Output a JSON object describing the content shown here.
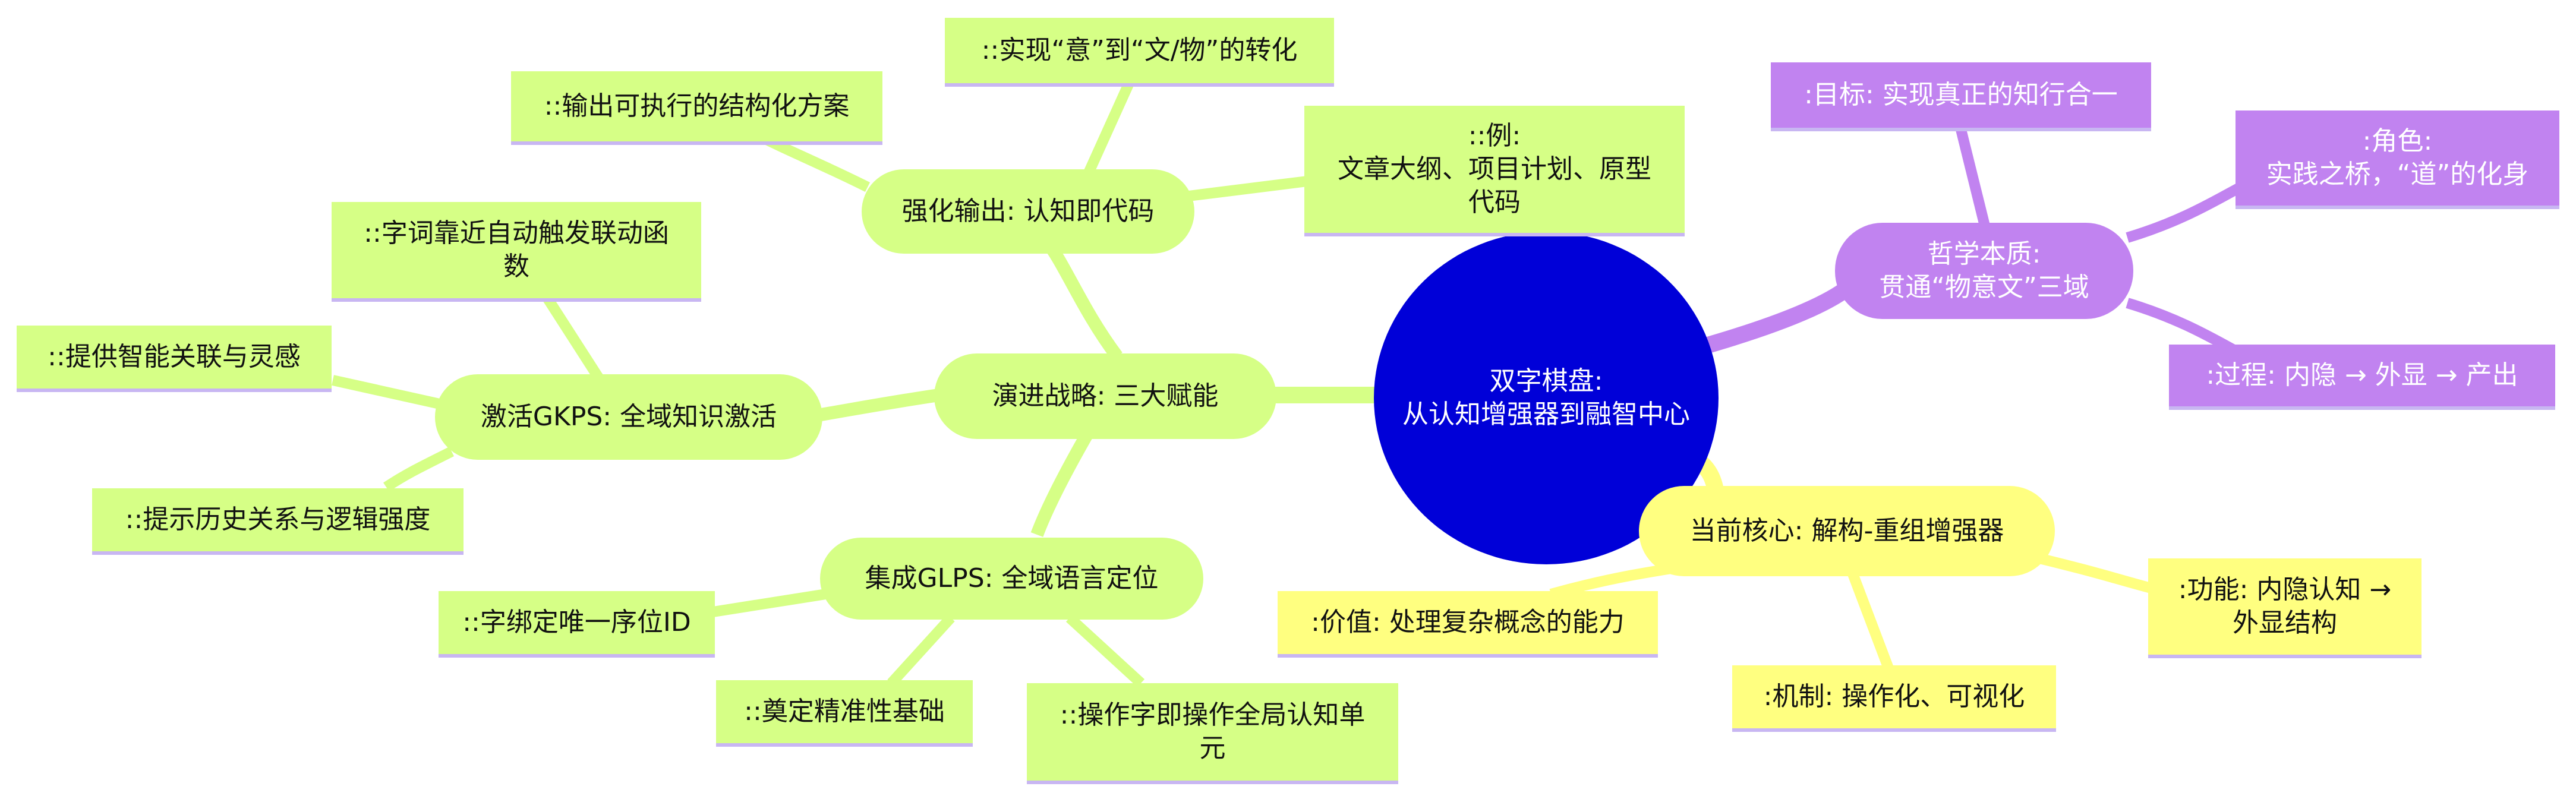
{
  "colors": {
    "root": "#0000d8",
    "green": "#d6ff86",
    "purple": "#c183f0",
    "yellow": "#ffff80",
    "underline": "#c8b6f2"
  },
  "root": {
    "lines": [
      "双字棋盘:",
      "从认知增强器到融智中心"
    ]
  },
  "purple": {
    "branch": [
      "哲学本质:",
      "贯通“物意文”三域"
    ],
    "goal": ":目标: 实现真正的知行合一",
    "role": [
      ":角色:",
      "实践之桥，“道”的化身"
    ],
    "process": ":过程: 内隐 → 外显 → 产出"
  },
  "yellow": {
    "branch": "当前核心: 解构-重组增强器",
    "value": ":价值: 处理复杂概念的能力",
    "mechanism": ":机制: 操作化、可视化",
    "function": [
      ":功能: 内隐认知 →",
      "外显结构"
    ]
  },
  "green": {
    "strategy": "演进战略: 三大赋能",
    "output": {
      "branch": "强化输出: 认知即代码",
      "plan": "::输出可执行的结构化方案",
      "transform": "::实现“意”到“文/物”的转化",
      "example": [
        "::例:",
        "文章大纲、项目计划、原型",
        "代码"
      ]
    },
    "gkps": {
      "branch": "激活GKPS: 全域知识激活",
      "trigger": [
        "::字词靠近自动触发联动函",
        "数"
      ],
      "assoc": "::提供智能关联与灵感",
      "history": "::提示历史关系与逻辑强度"
    },
    "glps": {
      "branch": "集成GLPS: 全域语言定位",
      "id": "::字绑定唯一序位ID",
      "precision": "::奠定精准性基础",
      "operate": [
        "::操作字即操作全局认知单",
        "元"
      ]
    }
  }
}
